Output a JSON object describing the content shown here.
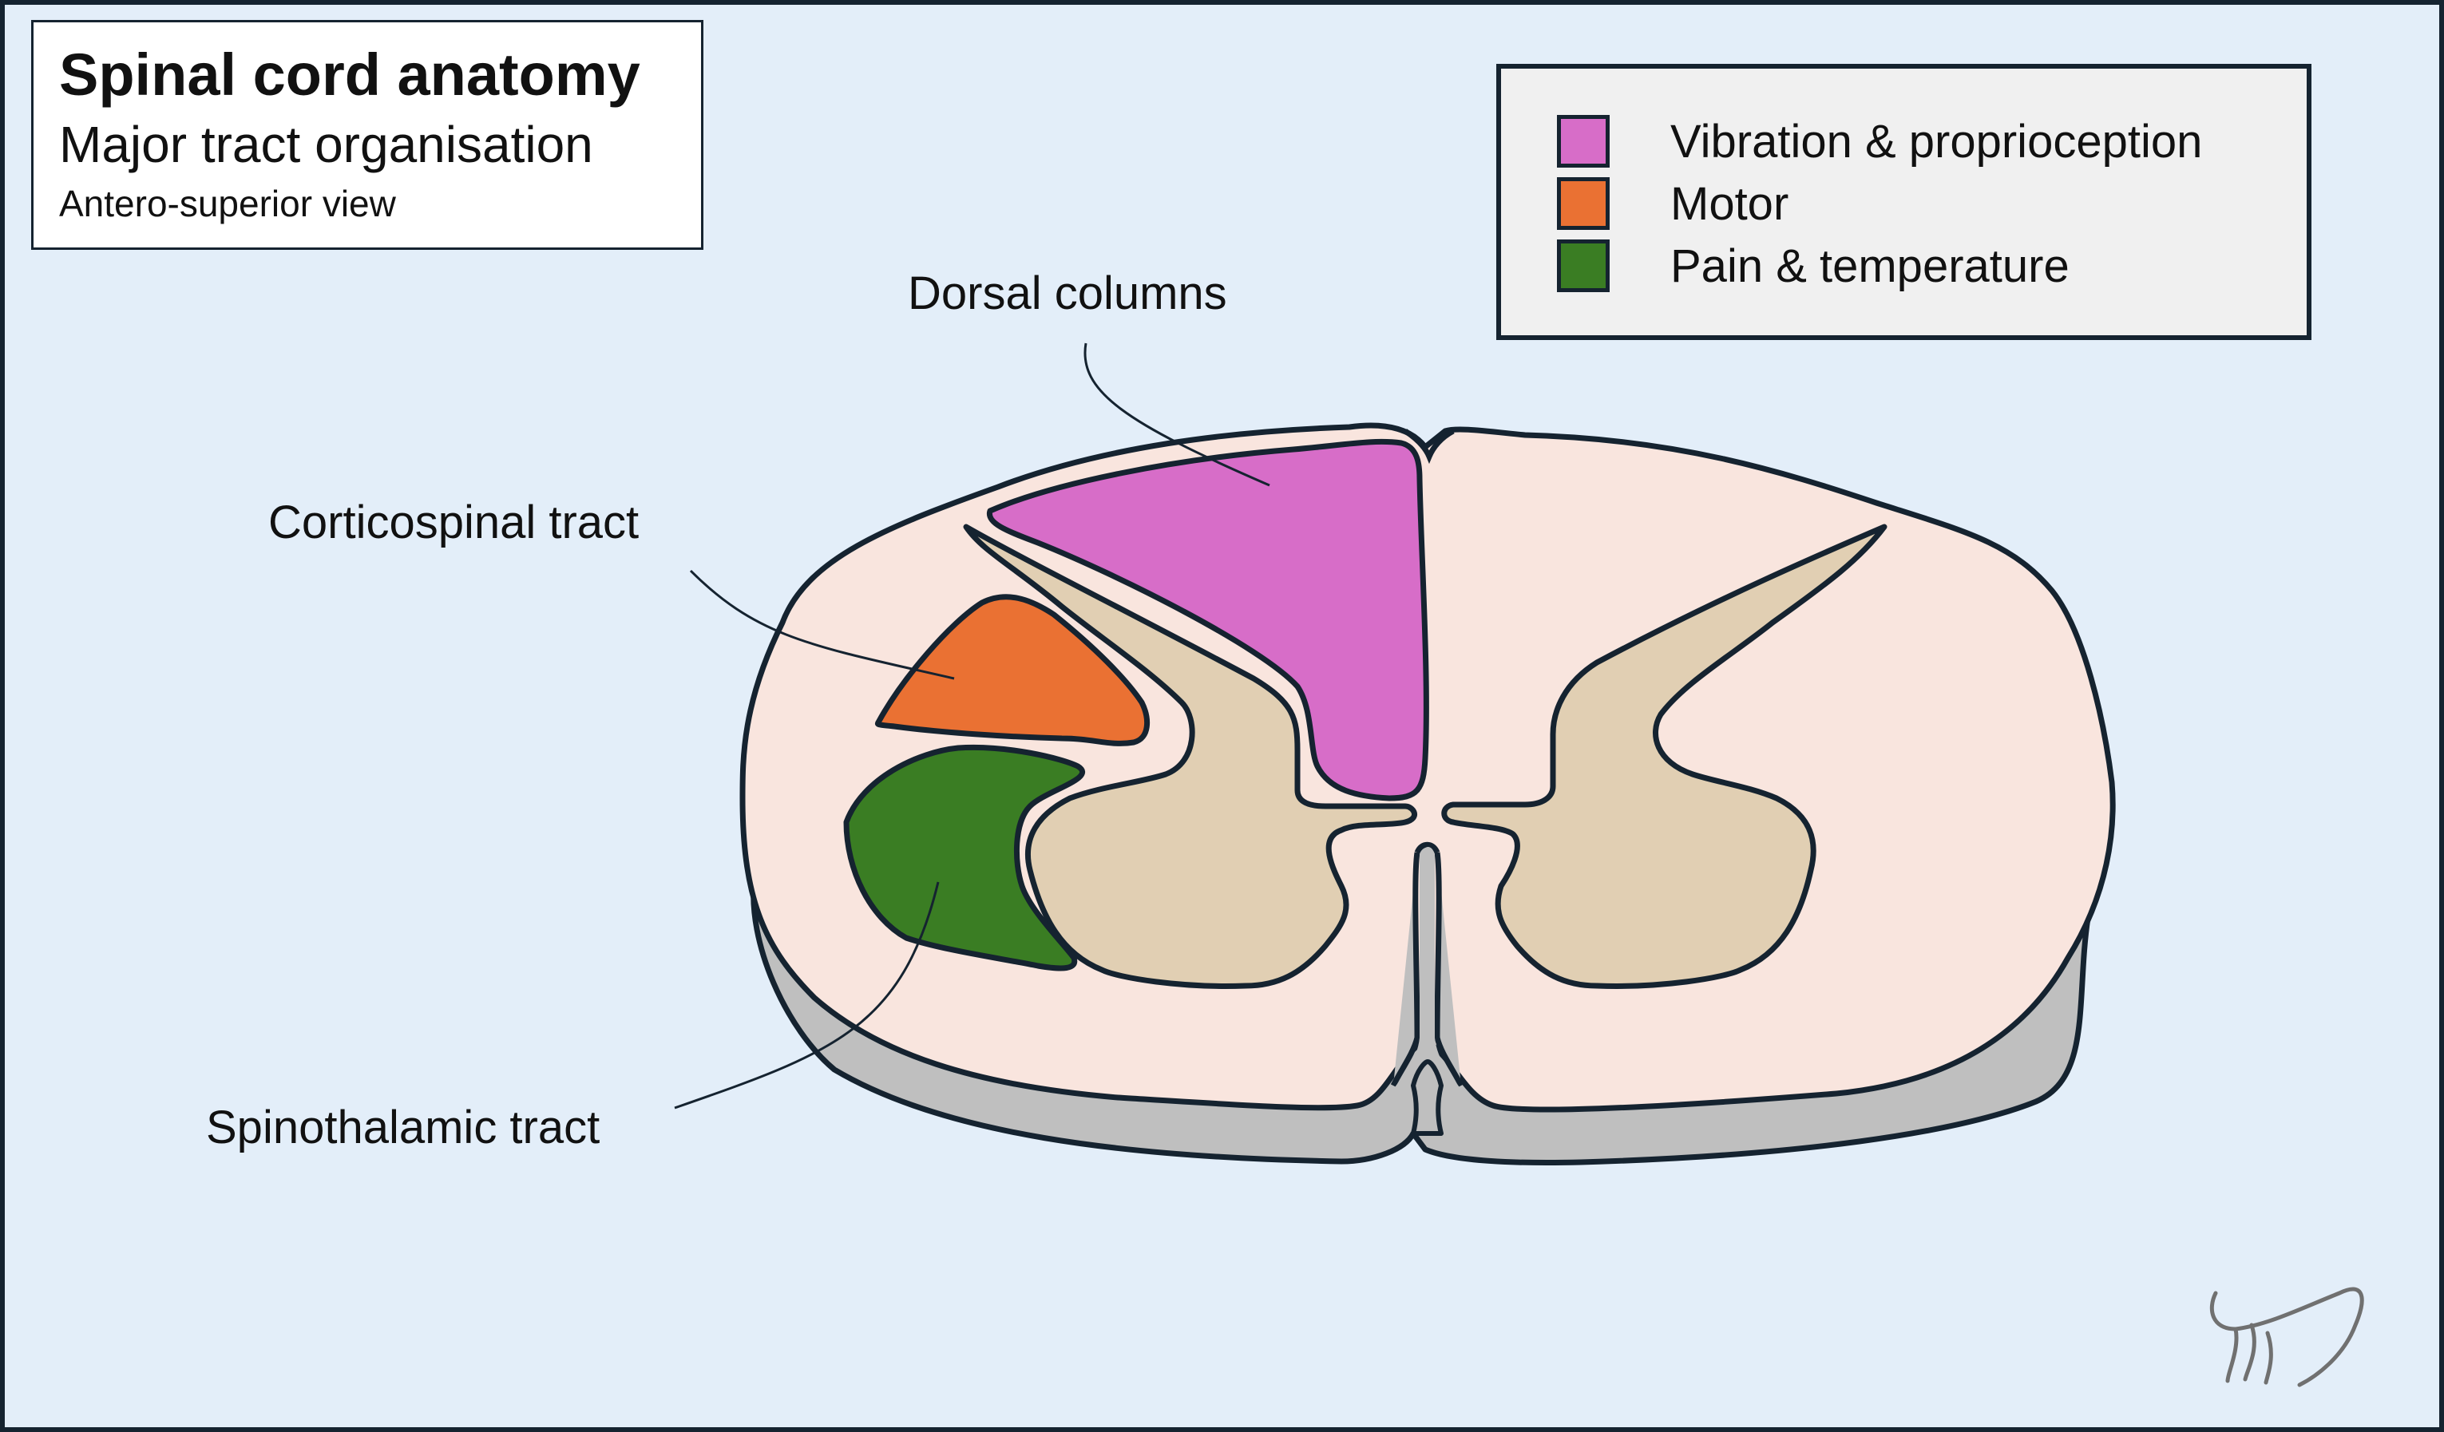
{
  "title": {
    "main": "Spinal cord anatomy",
    "subtitle": "Major tract organisation",
    "view": "Antero-superior view"
  },
  "legend": {
    "items": [
      {
        "label": "Vibration & proprioception",
        "color": "#d76dc8"
      },
      {
        "label": "Motor",
        "color": "#ea7133"
      },
      {
        "label": "Pain & temperature",
        "color": "#3a7d23"
      }
    ]
  },
  "callouts": {
    "dorsal": "Dorsal columns",
    "corticospinal": "Corticospinal tract",
    "spinothalamic": "Spinothalamic tract"
  },
  "colors": {
    "background": "#e3eef9",
    "white_matter": "#f9e5de",
    "grey_matter": "#e1cfb3",
    "cut_edge": "#bfbfbf",
    "outline": "#152330"
  },
  "signature_icon": "signature-icon"
}
